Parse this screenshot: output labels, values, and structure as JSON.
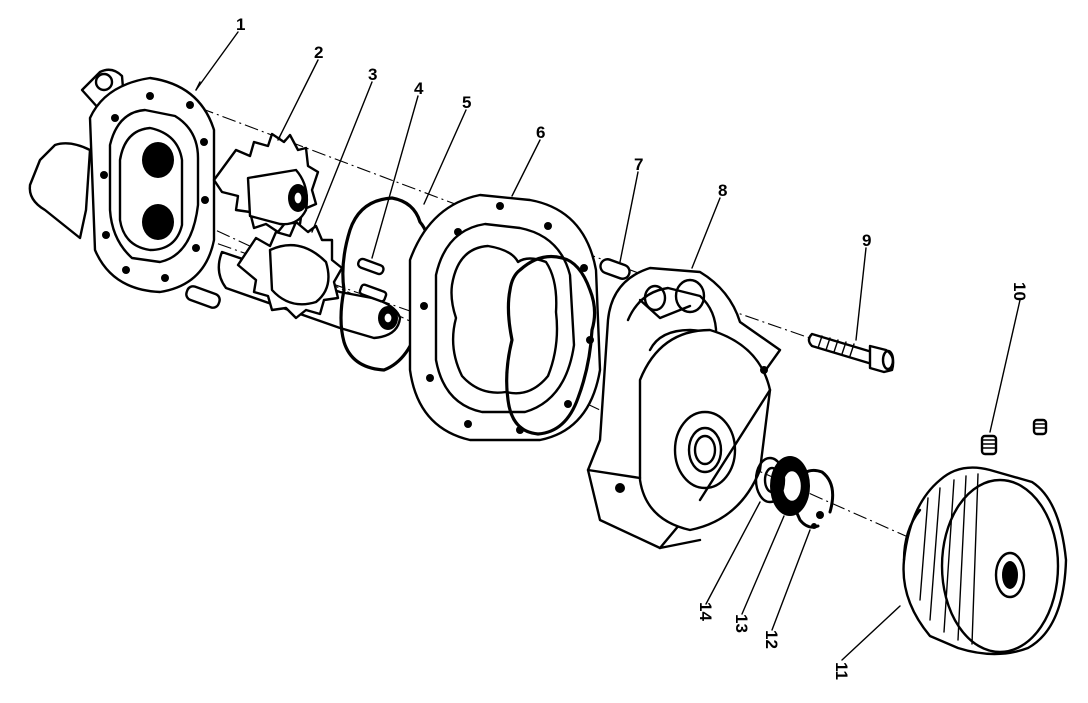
{
  "callouts": [
    {
      "id": "1",
      "text": "1",
      "part": "pump-housing"
    },
    {
      "id": "2",
      "text": "2",
      "part": "drive-gear"
    },
    {
      "id": "3",
      "text": "3",
      "part": "driven-gear"
    },
    {
      "id": "4",
      "text": "4",
      "part": "key"
    },
    {
      "id": "5",
      "text": "5",
      "part": "seal-ring"
    },
    {
      "id": "6",
      "text": "6",
      "part": "gear-plate"
    },
    {
      "id": "7",
      "text": "7",
      "part": "dowel-pin"
    },
    {
      "id": "8",
      "text": "8",
      "part": "front-cover"
    },
    {
      "id": "9",
      "text": "9",
      "part": "cap-screw"
    },
    {
      "id": "10",
      "text": "10",
      "part": "set-screw"
    },
    {
      "id": "11",
      "text": "11",
      "part": "pulley"
    },
    {
      "id": "12",
      "text": "12",
      "part": "retaining-ring"
    },
    {
      "id": "13",
      "text": "13",
      "part": "shaft-seal"
    },
    {
      "id": "14",
      "text": "14",
      "part": "washer"
    }
  ]
}
